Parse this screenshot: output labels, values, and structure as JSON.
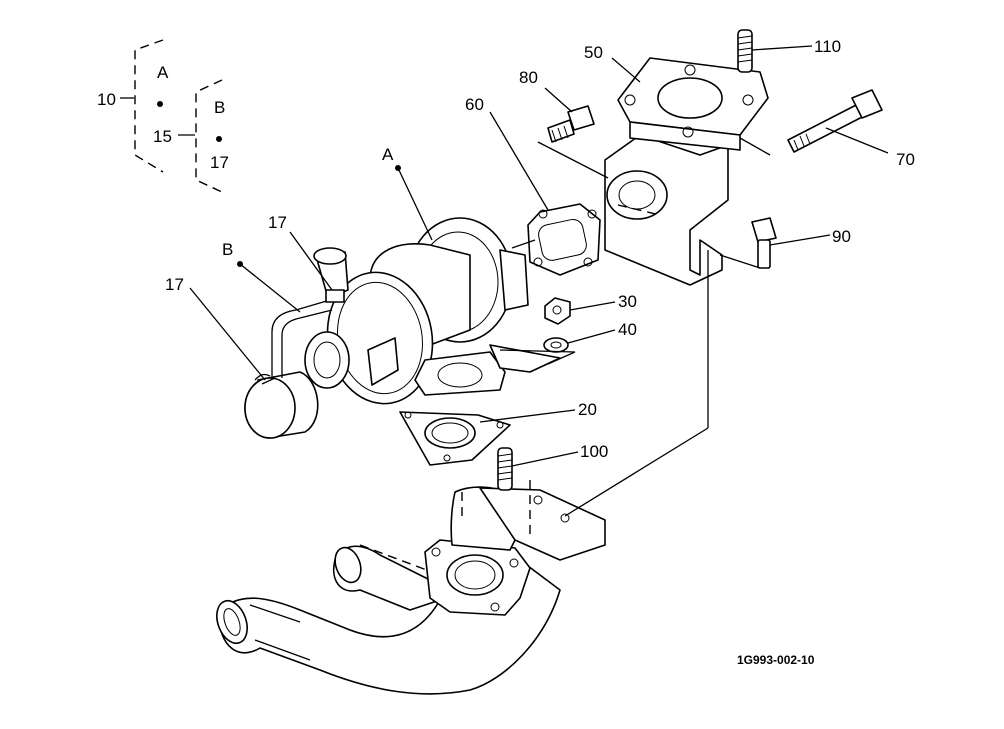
{
  "figure": {
    "drawing_code": "1G993-002-10",
    "legend": {
      "group_a": {
        "ref": "10",
        "label": "A"
      },
      "group_b": {
        "ref": "15",
        "label": "B",
        "sub_ref": "17"
      }
    },
    "callouts": {
      "c110": "110",
      "c50": "50",
      "c80": "80",
      "c60": "60",
      "c70": "70",
      "cA": "A",
      "c17a": "17",
      "cB": "B",
      "c17b": "17",
      "c90": "90",
      "c30": "30",
      "c40": "40",
      "c20": "20",
      "c100": "100"
    }
  }
}
